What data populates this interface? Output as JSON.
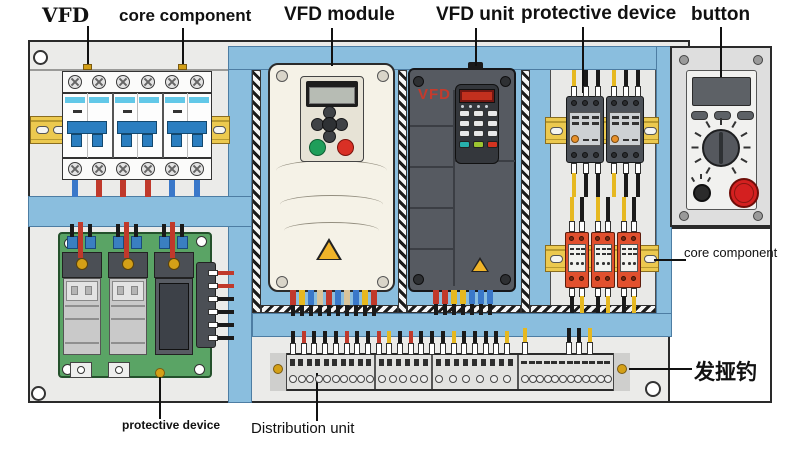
{
  "labels": {
    "top": [
      {
        "id": "vfd",
        "text": "VFD"
      },
      {
        "id": "core-component",
        "text": "core component"
      },
      {
        "id": "vfd-module",
        "text": "VFD module"
      },
      {
        "id": "vfd-unit",
        "text": "VFD unit"
      },
      {
        "id": "protective-device",
        "text": "protective device"
      },
      {
        "id": "button",
        "text": "button"
      }
    ],
    "right_core_component": "core component",
    "right_hook": "发挜钓",
    "bottom_protective_device": "protective device",
    "bottom_distribution_unit": "Distribution unit"
  },
  "vfd_unit_logo": "VFD",
  "colors": {
    "cabinet": "#ebebe9",
    "frame_blue": "#8abede",
    "din_rail_yellow": "#ecc94f",
    "pcb_green": "#5aa465",
    "spd_orange": "#e1502e",
    "breaker_toggle_blue": "#2b7ec0",
    "breaker_stripe_cyan": "#62c8e8",
    "green_button": "#1f9e5a",
    "red_button": "#d32b20",
    "warning_yellow": "#f0b429",
    "wire_red": "#c0392b",
    "wire_yellow": "#e6b820",
    "wire_blue": "#3a78c9",
    "wire_black": "#1a1a1a",
    "wire_tan": "#d9c49a"
  },
  "wires": {
    "breaker_bottom": [
      "#3a78c9",
      "#c0392b",
      "#c0392b",
      "#c0392b",
      "#3a78c9",
      "#3a78c9"
    ],
    "module_bottom": [
      "#c0392b",
      "#e6b820",
      "#3a78c9",
      "#d9c49a",
      "#c0392b",
      "#3a78c9",
      "#d9c49a",
      "#3a78c9",
      "#e6b820",
      "#c0392b"
    ],
    "unit_bottom": [
      "#c0392b",
      "#c0392b",
      "#e6b820",
      "#e6b820",
      "#3a78c9",
      "#3a78c9",
      "#3a78c9"
    ],
    "contactor_top": [
      "#e6b820",
      "#1a1a1a",
      "#1a1a1a"
    ],
    "contactor_bottom": [
      "#e6b820",
      "#1a1a1a",
      "#1a1a1a"
    ],
    "spd_top": [
      "#e6b820",
      "#1a1a1a"
    ],
    "spd_bottom": [
      "#1a1a1a",
      "#e6b820"
    ],
    "relay_top": [
      "#1a1a1a",
      "#c0392b",
      "#1a1a1a"
    ],
    "connector_right": [
      "#c0392b",
      "#c0392b",
      "#1a1a1a",
      "#1a1a1a",
      "#1a1a1a",
      "#1a1a1a"
    ],
    "distribution_dense": [
      "#1a1a1a",
      "#c0392b",
      "#1a1a1a",
      "#1a1a1a",
      "#1a1a1a",
      "#c0392b",
      "#1a1a1a",
      "#1a1a1a",
      "#c0392b",
      "#e6b820",
      "#1a1a1a",
      "#c0392b",
      "#1a1a1a",
      "#1a1a1a",
      "#1a1a1a",
      "#e6b820",
      "#1a1a1a",
      "#1a1a1a",
      "#1a1a1a",
      "#1a1a1a",
      "#e6b820"
    ],
    "distribution_sparse": [
      "#e6b820",
      "#1a1a1a",
      "#1a1a1a",
      "#e6b820"
    ]
  },
  "distribution_unit": {
    "segments": [
      {
        "terminals": 10,
        "holes": 10,
        "style": "square"
      },
      {
        "terminals": 6,
        "holes": 5,
        "style": "square"
      },
      {
        "terminals": 9,
        "holes": 6,
        "style": "square"
      },
      {
        "terminals": 12,
        "holes": 12,
        "style": "dash"
      }
    ]
  }
}
